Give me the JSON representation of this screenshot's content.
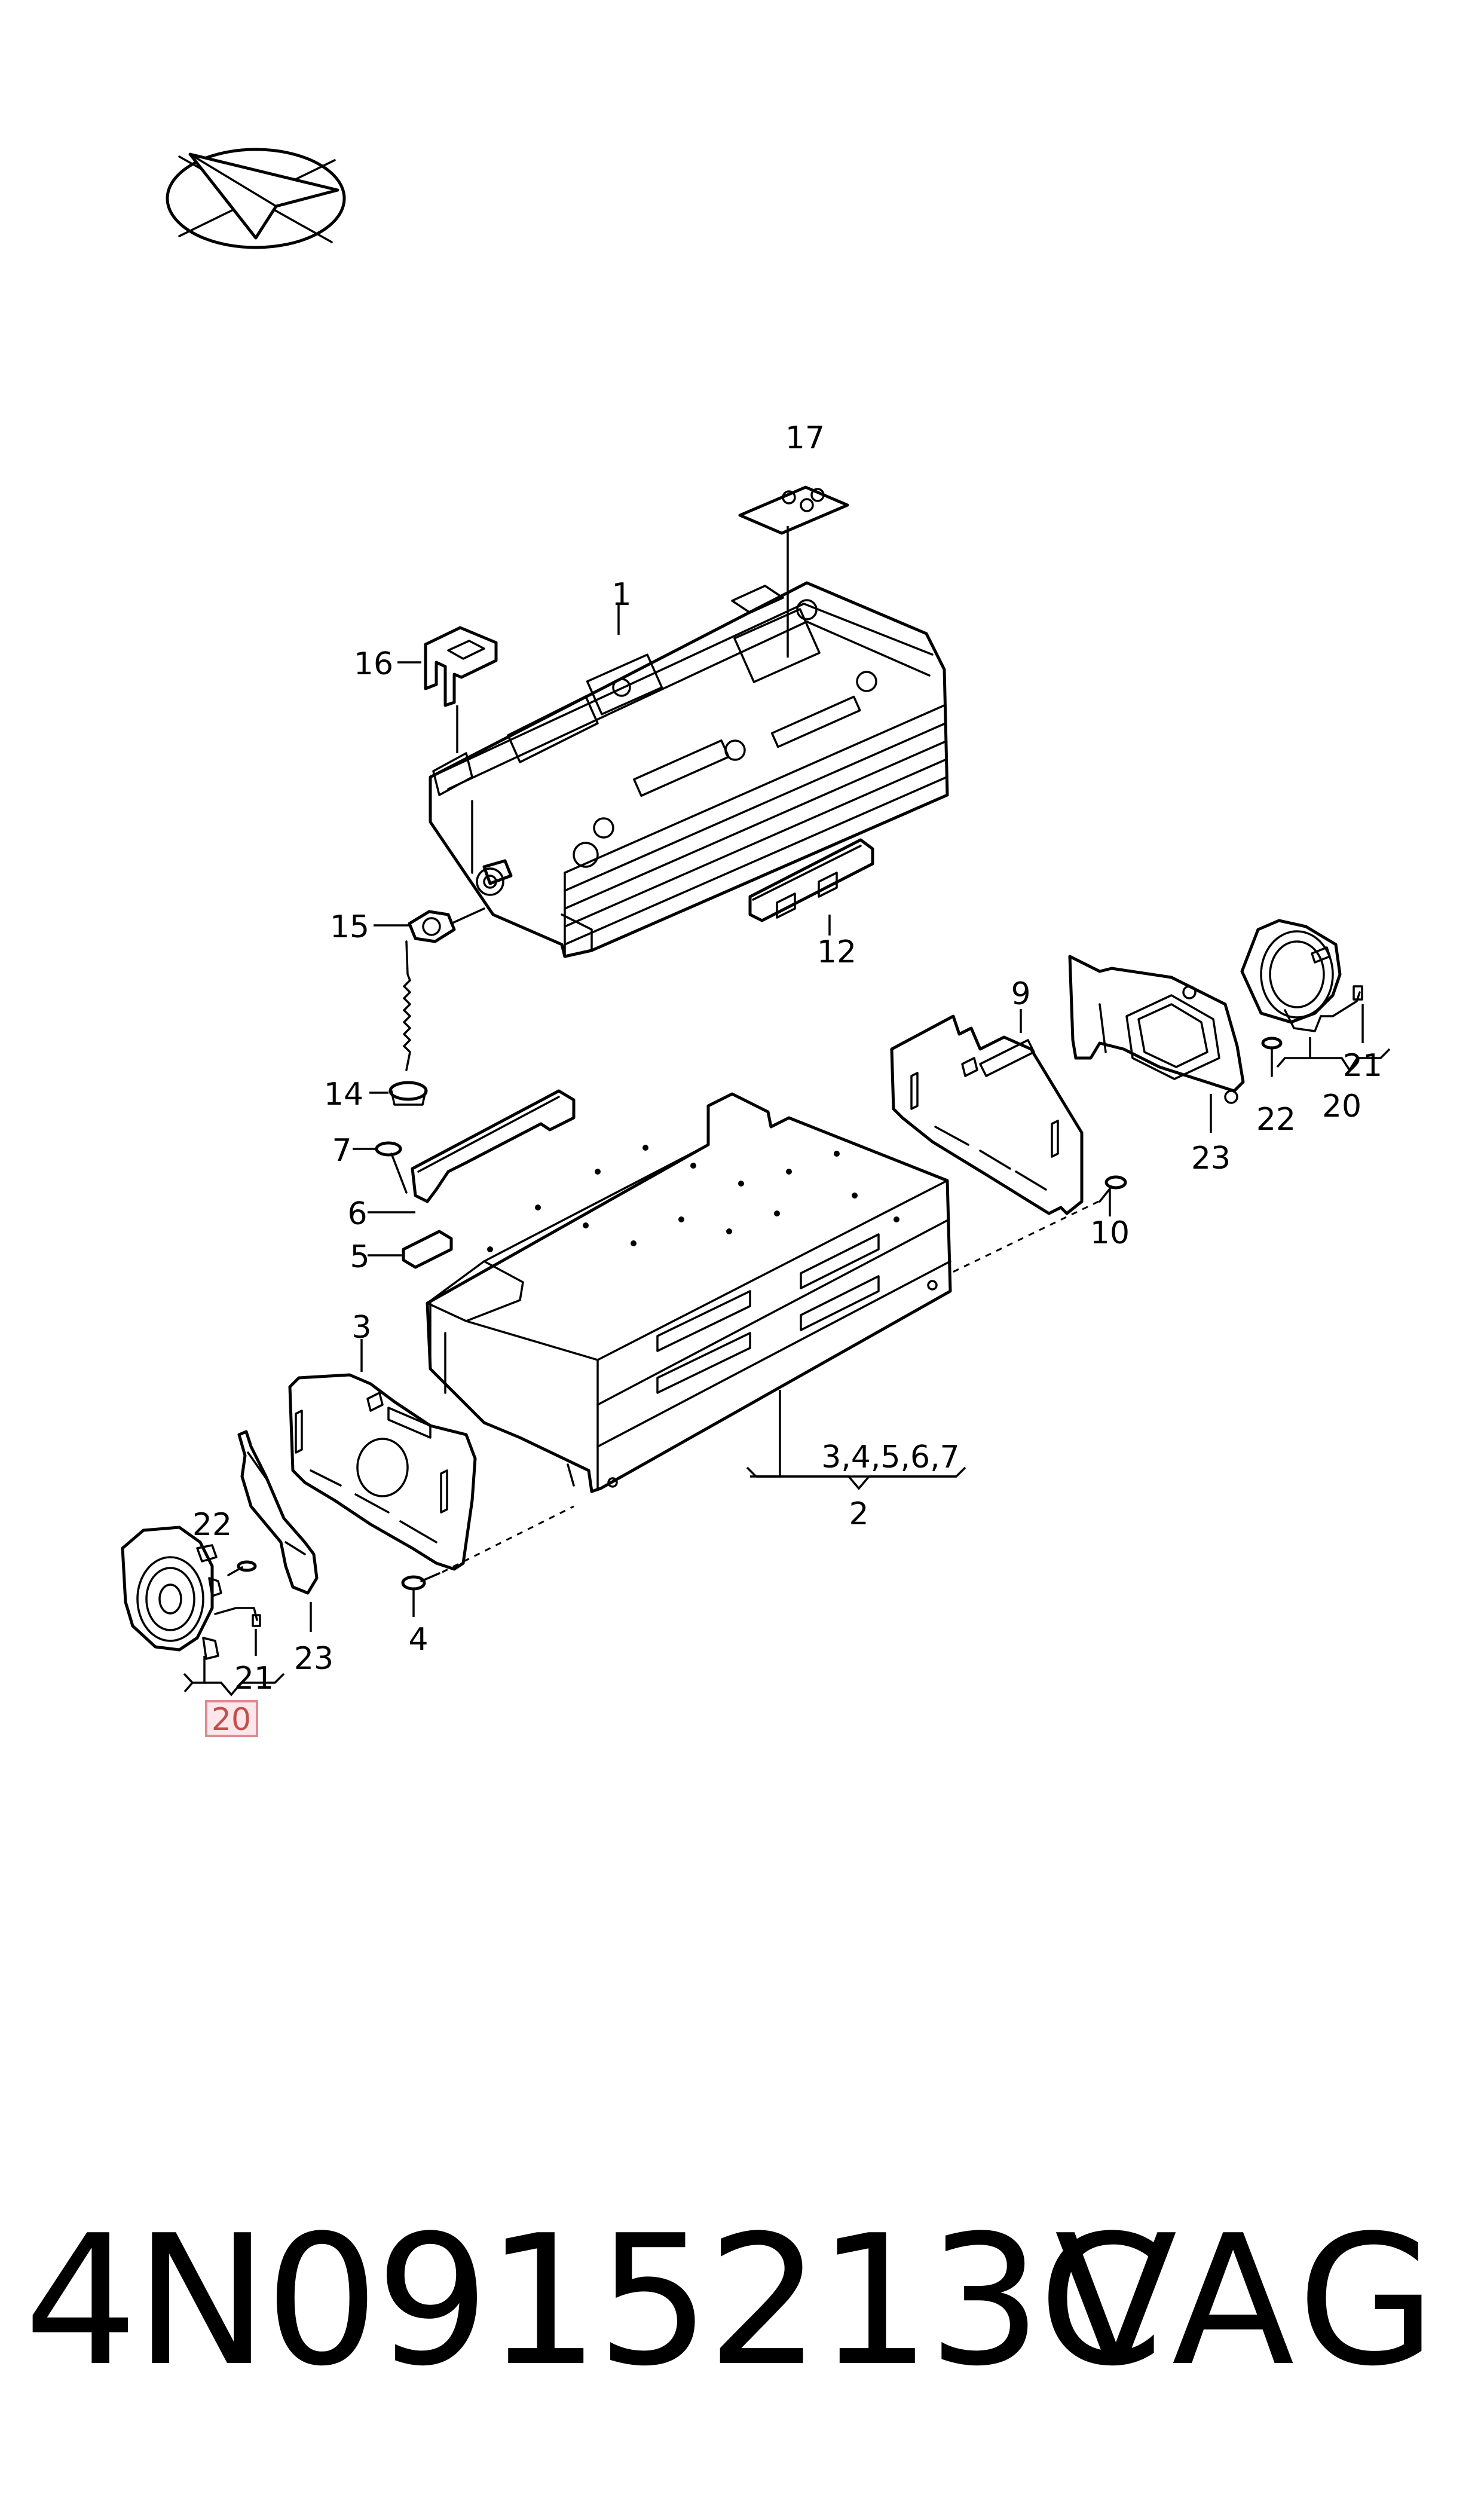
{
  "callouts": {
    "c17": "17",
    "c1": "1",
    "c16": "16",
    "c12": "12",
    "c15": "15",
    "c14": "14",
    "c9": "9",
    "c21_right": "21",
    "c22_right": "22",
    "c20_right": "20",
    "c23_right": "23",
    "c7": "7",
    "c6": "6",
    "c5": "5",
    "c10": "10",
    "c3": "3",
    "c2_list": "3,4,5,6,7",
    "c2": "2",
    "c22_left": "22",
    "c21_left": "21",
    "c23_left": "23",
    "c4": "4",
    "c20_left": "20"
  },
  "footer": {
    "part_number": "4N0915213C",
    "brand": "VAG"
  },
  "icons": {
    "logo": "paper-plane-in-ellipse-icon"
  },
  "colors": {
    "highlight_fill": "#fde7ea",
    "highlight_stroke": "#e08a96",
    "highlight_text": "#c0504d"
  }
}
